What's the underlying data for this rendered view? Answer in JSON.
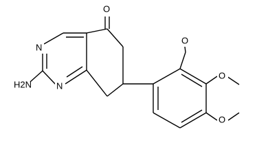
{
  "molecule": {
    "atoms": {
      "ketone_oxygen": "O",
      "ring_nitrogen_top": "N",
      "ring_nitrogen_bottom": "N",
      "amine": "H2N",
      "amine_subscript": "2",
      "methoxy_1": "O",
      "methoxy_2": "O",
      "methoxy_3": "O"
    },
    "colors": {
      "bond": "#000000",
      "label": "#000000",
      "background": "#ffffff"
    }
  }
}
